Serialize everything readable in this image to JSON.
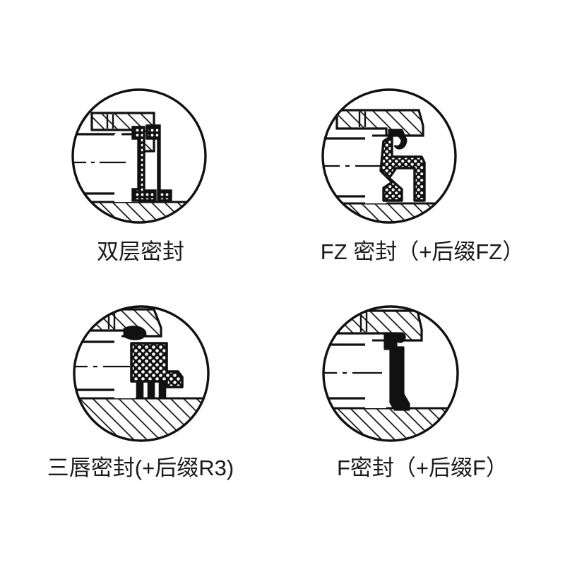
{
  "page": {
    "background_color": "#ffffff",
    "ink_color": "#111111",
    "description": "Bearing seal type cross-section diagrams"
  },
  "figures": [
    {
      "id": "double-seal",
      "caption": "双层密封",
      "seal_icon": "double-lip-seal-icon",
      "seal_style": "dotted-double-lip",
      "suffix": ""
    },
    {
      "id": "fz-seal",
      "caption": "FZ 密封（+后缀FZ）",
      "seal_icon": "fz-hook-seal-icon",
      "seal_style": "stippled-hook-lip",
      "suffix": "FZ"
    },
    {
      "id": "triple-lip-seal",
      "caption": "三唇密封(+后缀R3)",
      "seal_icon": "triple-lip-seal-icon",
      "seal_style": "stippled-block-three-lip",
      "suffix": "R3"
    },
    {
      "id": "f-seal",
      "caption": "F密封（+后缀F）",
      "seal_icon": "f-lip-seal-icon",
      "seal_style": "solid-single-lip",
      "suffix": "F"
    }
  ],
  "legend": {
    "hatching": "section-hatch",
    "centerline": "shaft-centerline",
    "circle": "detail-view-circle"
  }
}
